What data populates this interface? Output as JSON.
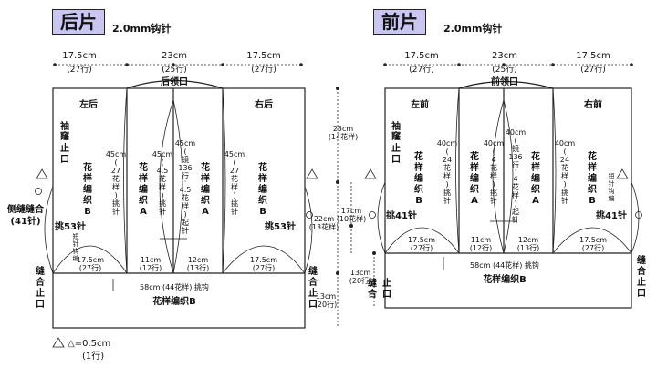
{
  "back": {
    "title": "后片",
    "hook": "2.0mm钩针",
    "top_dims": [
      {
        "size": "17.5cm",
        "rows": "(27行)"
      },
      {
        "size": "23cm",
        "rows": "(25行)"
      },
      {
        "size": "17.5cm",
        "rows": "(27行)"
      }
    ],
    "neck": "后领口",
    "left_label": "左后",
    "right_label": "右后",
    "armhole": [
      "袖",
      "窿",
      "止",
      "口"
    ],
    "pattern_b": [
      "花",
      "样",
      "编",
      "织",
      "B"
    ],
    "pattern_a": [
      "花",
      "样",
      "编",
      "织",
      "A"
    ],
    "col1": [
      "45cm",
      "(",
      "27",
      "花",
      "样",
      ")",
      "挑",
      "针"
    ],
    "col2": [
      "45cm",
      "(",
      "4.5",
      "花",
      "样",
      ")",
      "挑",
      "针"
    ],
    "col3": [
      "45cm",
      "(",
      "镜",
      "136",
      "行",
      "·",
      "4.5",
      "花",
      "样",
      ")",
      "起",
      "针"
    ],
    "col4": [
      "45cm",
      "(",
      "27",
      "花",
      "样",
      ")",
      "挑",
      "针"
    ],
    "side_seam": [
      "侧缝缝合",
      "(41针)"
    ],
    "pick_left": "挑53针",
    "pick_right": "挑53针",
    "short_row": [
      "短",
      "针",
      "钩",
      "编"
    ],
    "bottom_dims": [
      {
        "size": "17.5cm",
        "rows": "(27行)"
      },
      {
        "size": "11cm",
        "rows": "(12行)"
      },
      {
        "size": "12cm",
        "rows": "(13行)"
      },
      {
        "size": "17.5cm",
        "rows": "(27行)"
      }
    ],
    "seam_close": [
      "缝",
      "合",
      "止",
      "口"
    ],
    "hem": "58cm (44花样) 挑钩",
    "pattern_bottom": "花样编织B"
  },
  "middle": {
    "d1": [
      "23cm",
      "(14花样)"
    ],
    "d2": [
      "17cm",
      "(10花样)"
    ],
    "d3": [
      "22cm",
      "(13花样)"
    ],
    "d4": [
      "13cm",
      "(20行)"
    ]
  },
  "front": {
    "title": "前片",
    "hook": "2.0mm钩针",
    "top_dims": [
      {
        "size": "17.5cm",
        "rows": "(27行)"
      },
      {
        "size": "23cm",
        "rows": "(25行)"
      },
      {
        "size": "17.5cm",
        "rows": "(27行)"
      }
    ],
    "neck": "前领口",
    "left_label": "左前",
    "right_label": "右前",
    "armhole": [
      "袖",
      "窿",
      "止",
      "口"
    ],
    "pattern_b": [
      "花",
      "样",
      "编",
      "织",
      "B"
    ],
    "pattern_a": [
      "花",
      "样",
      "编",
      "织",
      "A"
    ],
    "col1": [
      "40cm",
      "(",
      "24",
      "花",
      "样",
      ")",
      "挑",
      "针"
    ],
    "col2": [
      "40cm",
      "(",
      "4",
      "花",
      "样",
      ")",
      "挑",
      "针"
    ],
    "col3": [
      "40cm",
      "(",
      "镜",
      "136",
      "行",
      "·",
      "4",
      "花",
      "样",
      ")",
      "起",
      "针"
    ],
    "col4": [
      "40cm",
      "(",
      "24",
      "花",
      "样",
      ")",
      "挑",
      "针"
    ],
    "pick_left": "挑41针",
    "pick_right": "挑41针",
    "short_row": [
      "短",
      "针",
      "钩",
      "编"
    ],
    "bottom_dims": [
      {
        "size": "17.5cm",
        "rows": "(27行)"
      },
      {
        "size": "11cm",
        "rows": "(12行)"
      },
      {
        "size": "12cm",
        "rows": "(13行)"
      },
      {
        "size": "17.5cm",
        "rows": "(27行)"
      }
    ],
    "seam_close": [
      "缝",
      "合",
      "止",
      "口"
    ],
    "hem": "58cm (44花样) 挑钩",
    "pattern_bottom": "花样编织B",
    "side_dim": [
      "13cm",
      "(20行)"
    ]
  },
  "legend": [
    "△=0.5cm",
    "(1行)"
  ],
  "colors": {
    "title_bg": "#c9c7f2",
    "line": "#222222"
  }
}
